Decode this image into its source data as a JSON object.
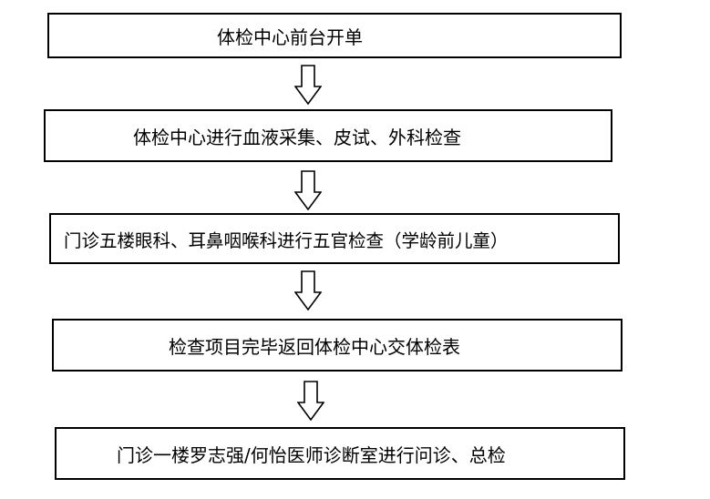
{
  "flowchart": {
    "steps": [
      {
        "label": "体检中心前台开单"
      },
      {
        "label": "体检中心进行血液采集、皮试、外科检查"
      },
      {
        "label": "门诊五楼眼科、耳鼻咽喉科进行五官检查（学龄前儿童）"
      },
      {
        "label": "检查项目完毕返回体检中心交体检表"
      },
      {
        "label": "门诊一楼罗志强/何怡医师诊断室进行问诊、总检"
      }
    ],
    "arrow_icon": "hollow-down-arrow-icon",
    "colors": {
      "border": "#000000",
      "background": "#ffffff",
      "text": "#000000"
    }
  }
}
